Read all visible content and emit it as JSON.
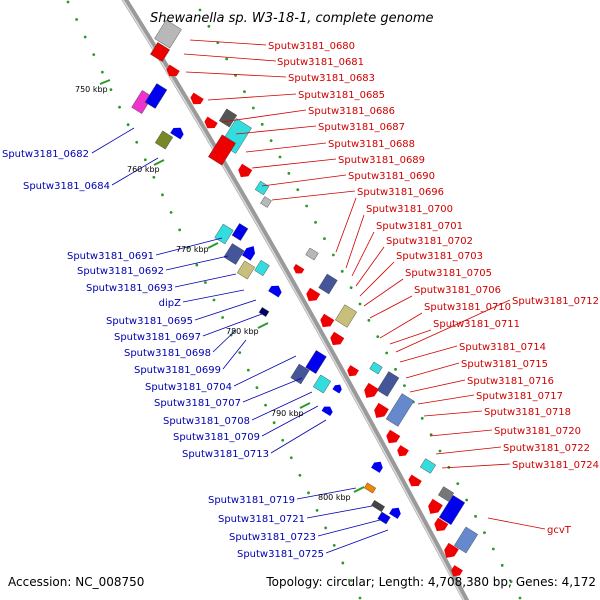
{
  "title": "Shewanella sp. W3-18-1, complete genome",
  "accession": "Accession: NC_008750",
  "topology": "Topology: circular; Length: 4,708,380 bp; Genes: 4,172",
  "kbp_labels": [
    "750 kbp",
    "760 kbp",
    "770 kbp",
    "780 kbp",
    "790 kbp",
    "800 kbp"
  ],
  "forward_genes": [
    "Sputw3181_0680",
    "Sputw3181_0681",
    "Sputw3181_0683",
    "Sputw3181_0685",
    "Sputw3181_0686",
    "Sputw3181_0687",
    "Sputw3181_0688",
    "Sputw3181_0689",
    "Sputw3181_0690",
    "Sputw3181_0696",
    "Sputw3181_0700",
    "Sputw3181_0701",
    "Sputw3181_0702",
    "Sputw3181_0703",
    "Sputw3181_0705",
    "Sputw3181_0706",
    "Sputw3181_0710",
    "Sputw3181_0712",
    "Sputw3181_0711",
    "Sputw3181_0714",
    "Sputw3181_0715",
    "Sputw3181_0716",
    "Sputw3181_0717",
    "Sputw3181_0718",
    "Sputw3181_0720",
    "Sputw3181_0722",
    "Sputw3181_0724",
    "gcvT"
  ],
  "reverse_genes": [
    "Sputw3181_0682",
    "Sputw3181_0684",
    "Sputw3181_0691",
    "Sputw3181_0692",
    "Sputw3181_0693",
    "dipZ",
    "Sputw3181_0695",
    "Sputw3181_0697",
    "Sputw3181_0698",
    "Sputw3181_0699",
    "Sputw3181_0704",
    "Sputw3181_0707",
    "Sputw3181_0708",
    "Sputw3181_0709",
    "Sputw3181_0713",
    "Sputw3181_0719",
    "Sputw3181_0721",
    "Sputw3181_0723",
    "Sputw3181_0725"
  ],
  "colors": {
    "backbone": "#9a9a9a",
    "forward_gene": "#ee0000",
    "reverse_gene": "#0000ee",
    "forward_label": "#d00000",
    "reverse_label": "#0000b0",
    "tick": "#2a9a2a",
    "cyan": "#33dddd",
    "magenta": "#ee33cc",
    "olive": "#77882a",
    "khaki": "#c8c07a",
    "slate": "#445599",
    "gray": "#b8b8b8"
  }
}
